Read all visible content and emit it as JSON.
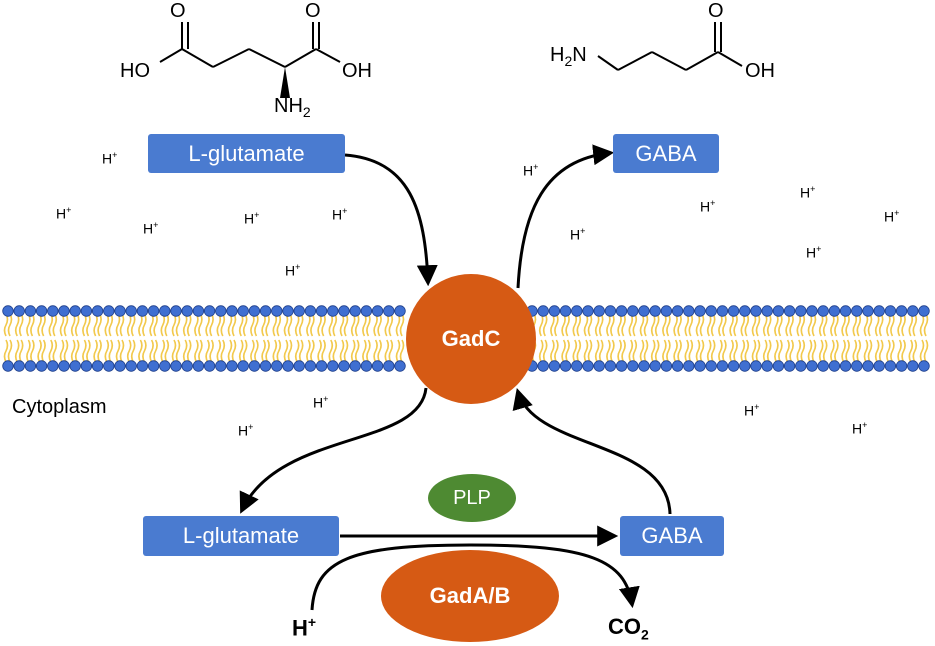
{
  "molecules": {
    "glutamate": {
      "acid_left": "HO",
      "acid_right": "OH",
      "oxygen_left": "O",
      "oxygen_right": "O",
      "amine": "NH",
      "amine_sub": "2"
    },
    "gaba": {
      "amine": "H",
      "amine_sub": "2",
      "amine_n": "N",
      "oxygen": "O",
      "acid": "OH"
    }
  },
  "boxes": {
    "outer_glutamate": "L-glutamate",
    "outer_gaba": "GABA",
    "inner_glutamate": "L-glutamate",
    "inner_gaba": "GABA"
  },
  "proteins": {
    "gadc": "GadC",
    "plp": "PLP",
    "gadab": "GadA/B"
  },
  "region_label": "Cytoplasm",
  "proton": {
    "base": "H",
    "charge": "+"
  },
  "products": {
    "proton_base": "H",
    "proton_charge": "+",
    "co2_base": "CO",
    "co2_sub": "2"
  },
  "colors": {
    "box": "#4a7bd0",
    "gadc": "#d65a14",
    "gadab": "#d65a14",
    "plp": "#4e8a32",
    "lipid_head": "#3f6fd1",
    "lipid_tail": "#f2c94c"
  }
}
